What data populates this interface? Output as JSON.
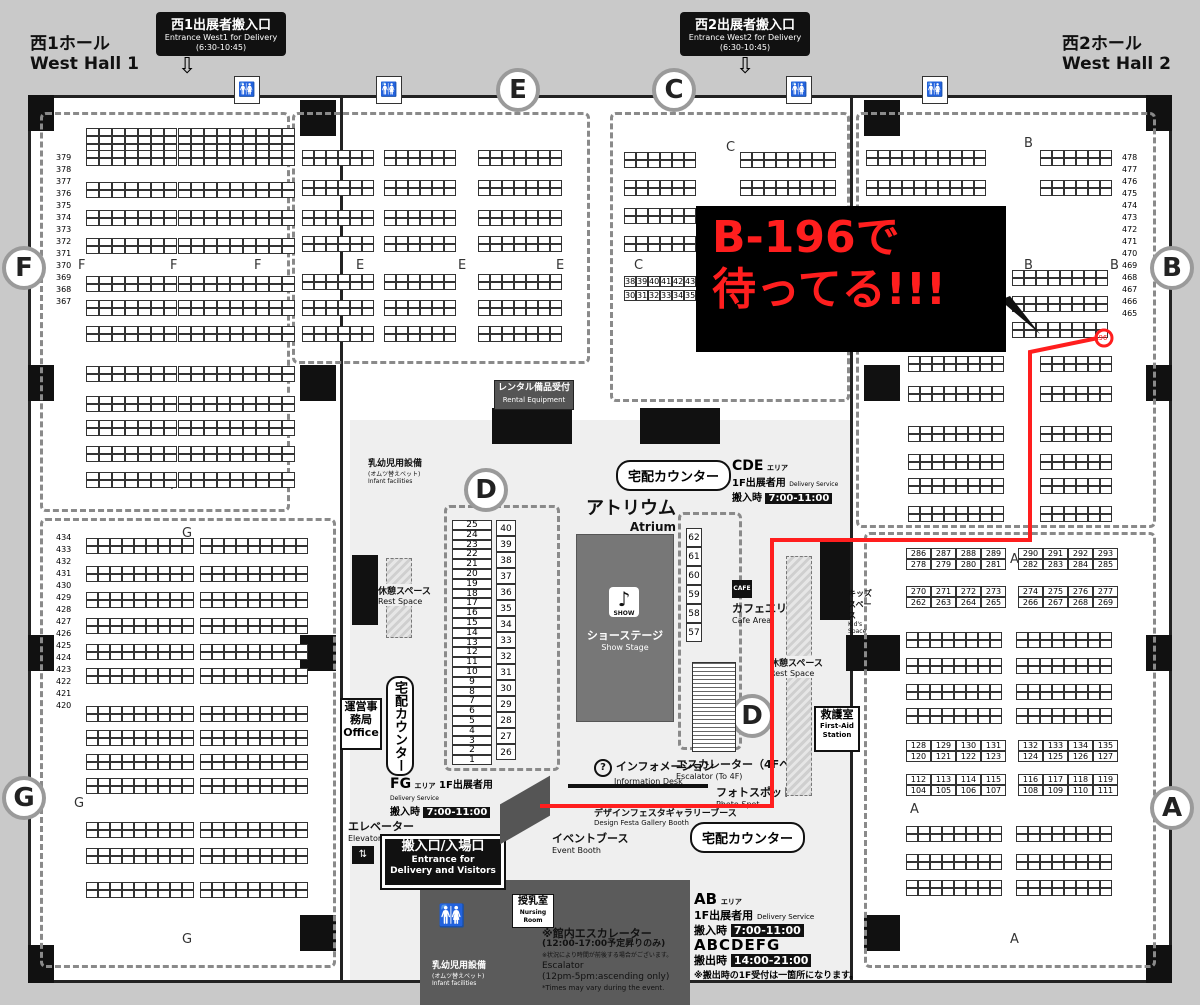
{
  "hall_west1": {
    "title_jp": "西1ホール",
    "title_en": "West Hall 1"
  },
  "hall_west2": {
    "title_jp": "西2ホール",
    "title_en": "West Hall 2"
  },
  "entrance_w1": {
    "jp": "西1出展者搬入口",
    "en": "Entrance West1 for Delivery",
    "time": "(6:30-10:45)"
  },
  "entrance_w2": {
    "jp": "西2出展者搬入口",
    "en": "Entrance West2 for Delivery",
    "time": "(6:30-10:45)"
  },
  "areas": [
    "A",
    "B",
    "C",
    "D",
    "E",
    "F",
    "G"
  ],
  "callout": {
    "line1": "B-196で",
    "line2": "待ってる!!!",
    "target_booth": "196",
    "color": "#ff1e1e"
  },
  "atrium": {
    "jp": "アトリウム",
    "en": "Atrium"
  },
  "show_stage": {
    "jp": "ショーステージ",
    "en": "Show Stage",
    "icon_label": "SHOW"
  },
  "cafe": {
    "jp": "カフェエリア",
    "en": "Cafe Area",
    "icon_label": "CAFE"
  },
  "rental": {
    "jp": "レンタル備品受付",
    "en": "Rental Equipment"
  },
  "delivery_counter": "宅配カウンター",
  "delivery_cde": {
    "areas": "CDE",
    "area_suffix": "エリア",
    "line1": "1F出展者用",
    "line1_en": "Delivery Service",
    "time_label": "搬入時",
    "time": "7:00-11:00"
  },
  "delivery_fg": {
    "areas": "FG",
    "area_suffix": "エリア",
    "line1": "1F出展者用",
    "line1_en": "Delivery Service",
    "time_label": "搬入時",
    "time": "7:00-11:00"
  },
  "delivery_ab": {
    "areas": "AB",
    "area_suffix": "エリア",
    "line1": "1F出展者用",
    "line1_en": "Delivery Service",
    "time_label": "搬入時",
    "time": "7:00-11:00"
  },
  "carry_out": {
    "areas": "ABCDEFG",
    "label": "搬出時",
    "time": "14:00-21:00",
    "note": "※搬出時の1F受付は一箇所になります。"
  },
  "main_entrance": {
    "jp": "搬入口/入場口",
    "en1": "Entrance for",
    "en2": "Delivery and Visitors"
  },
  "info_desk": {
    "jp": "インフォメーション",
    "en": "Information Desk"
  },
  "escalator_4f": {
    "jp": "エスカレーター（4Fへ）",
    "en": "Escalator (To 4F)"
  },
  "photo_spot": {
    "jp": "フォトスポット",
    "en": "Photo Spot"
  },
  "gallery_booth": {
    "jp": "デザインフェスタギャラリーブース",
    "en": "Design Festa Gallery Booth"
  },
  "event_booth": {
    "jp": "イベントブース",
    "en": "Event Booth"
  },
  "rest_space": {
    "jp": "休憩スペース",
    "en": "Rest Space"
  },
  "kids_space": {
    "jp": "キッズスペース",
    "en": "Kid's Space"
  },
  "office": {
    "jp": "運営事務局",
    "en": "Office"
  },
  "first_aid": {
    "jp": "救護室",
    "en": "First-Aid Station"
  },
  "elevator": {
    "jp": "エレベーター",
    "en": "Elevator"
  },
  "nursing": {
    "jp": "授乳室",
    "en": "Nursing Room"
  },
  "infant": {
    "jp": "乳幼児用設備",
    "sub": "(オムツ替えベット)",
    "en": "Infant facilities"
  },
  "inner_escalator": {
    "jp": "※館内エスカレーター",
    "time": "(12:00-17:00予定昇りのみ)",
    "note": "※状況により時間が前後する場合がございます。",
    "en1": "Escalator",
    "en2": "(12pm-5pm:ascending only)",
    "en3": "*Times may vary during the event."
  },
  "booth_rows": {
    "a_top": [
      "286",
      "287",
      "288",
      "289",
      "290",
      "291",
      "292",
      "293"
    ],
    "a_bottom": [
      "278",
      "279",
      "280",
      "281",
      "282",
      "283",
      "284",
      "285"
    ],
    "a2_top": [
      "270",
      "271",
      "272",
      "273",
      "274",
      "275",
      "276",
      "277"
    ],
    "a2_bottom": [
      "262",
      "263",
      "264",
      "265",
      "266",
      "267",
      "268",
      "269"
    ],
    "a3_top": [
      "128",
      "129",
      "130",
      "131",
      "132",
      "133",
      "134",
      "135"
    ],
    "a3_bottom": [
      "120",
      "121",
      "122",
      "123",
      "124",
      "125",
      "126",
      "127"
    ],
    "a4_top": [
      "112",
      "113",
      "114",
      "115",
      "116",
      "117",
      "118",
      "119"
    ],
    "a4_bottom": [
      "104",
      "105",
      "106",
      "107",
      "108",
      "109",
      "110",
      "111"
    ],
    "c_top": [
      "38",
      "39",
      "40",
      "41",
      "42",
      "43"
    ],
    "c_bottom": [
      "30",
      "31",
      "32",
      "33",
      "34",
      "35"
    ],
    "d_left": [
      "25",
      "24",
      "23",
      "22",
      "21",
      "20",
      "19",
      "18",
      "17",
      "16",
      "15",
      "14",
      "13",
      "12",
      "11",
      "10",
      "9",
      "8",
      "7",
      "6",
      "5",
      "4",
      "3",
      "2",
      "1"
    ],
    "d_right": [
      "40",
      "39",
      "38",
      "37",
      "36",
      "35",
      "34",
      "33",
      "32",
      "31",
      "30",
      "29",
      "28",
      "27",
      "26"
    ],
    "d_cafe": [
      "62",
      "61",
      "60",
      "59",
      "58",
      "57"
    ]
  },
  "b_side_numbers": [
    "478",
    "477",
    "476",
    "475",
    "474",
    "473",
    "472",
    "471",
    "470",
    "469",
    "468",
    "467",
    "466",
    "465"
  ],
  "f_side_numbers": [
    "379",
    "378",
    "377",
    "376",
    "375",
    "374",
    "373",
    "372",
    "371",
    "370",
    "369",
    "368",
    "367"
  ],
  "g_side_numbers": [
    "434",
    "433",
    "432",
    "431",
    "430",
    "429",
    "428",
    "427",
    "426",
    "425",
    "424",
    "423",
    "422",
    "421",
    "420"
  ]
}
